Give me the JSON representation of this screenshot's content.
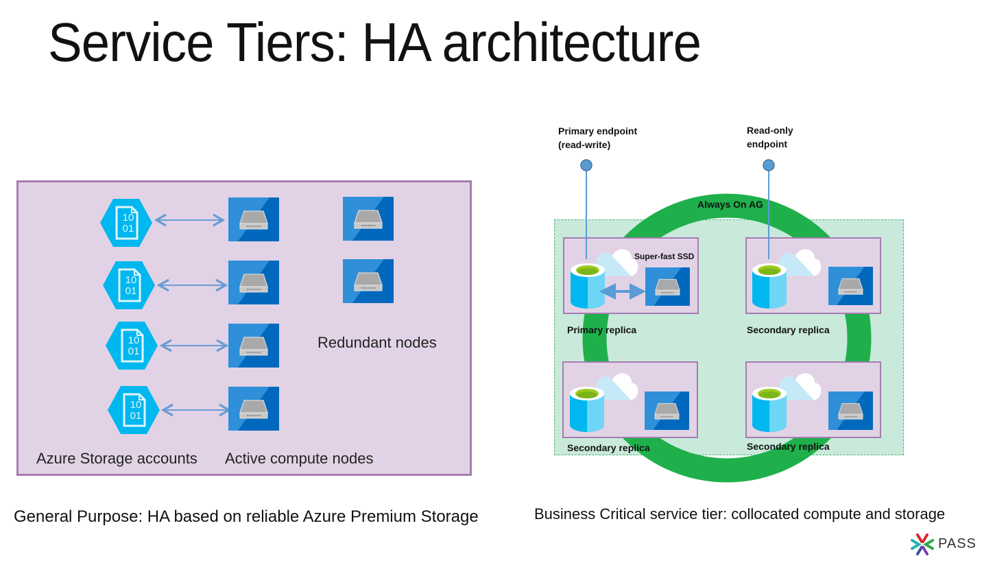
{
  "slide": {
    "title": "Service Tiers: HA architecture"
  },
  "general_purpose": {
    "labels": {
      "storage": "Azure Storage accounts",
      "active": "Active compute nodes",
      "redundant": "Redundant nodes"
    },
    "storage_icon_text": [
      "10",
      "01"
    ],
    "storage_accounts": 4,
    "active_nodes": 4,
    "redundant_nodes": 2,
    "caption": "General Purpose: HA based on reliable Azure Premium Storage"
  },
  "business_critical": {
    "endpoints": {
      "primary_line1": "Primary endpoint",
      "primary_line2": "(read-write)",
      "readonly_line1": "Read-only",
      "readonly_line2": "endpoint"
    },
    "ring_label": "Always On AG",
    "ssd_label": "Super-fast SSD",
    "replicas": [
      {
        "label": "Primary replica",
        "role": "primary"
      },
      {
        "label": "Secondary replica",
        "role": "secondary"
      },
      {
        "label": "Secondary replica",
        "role": "secondary"
      },
      {
        "label": "Secondary replica",
        "role": "secondary"
      }
    ],
    "caption": "Business Critical service tier: collocated compute and storage"
  },
  "logo": {
    "text": "PASS"
  },
  "colors": {
    "panel_fill": "#e1d3e5",
    "panel_border": "#a57cb2",
    "hex_blue": "#00b7ef",
    "node_blue": "#0072c6",
    "ring_green": "#1fb04b",
    "bc_area_fill": "#c9eadb",
    "arrow_blue": "#6a9bd4"
  }
}
